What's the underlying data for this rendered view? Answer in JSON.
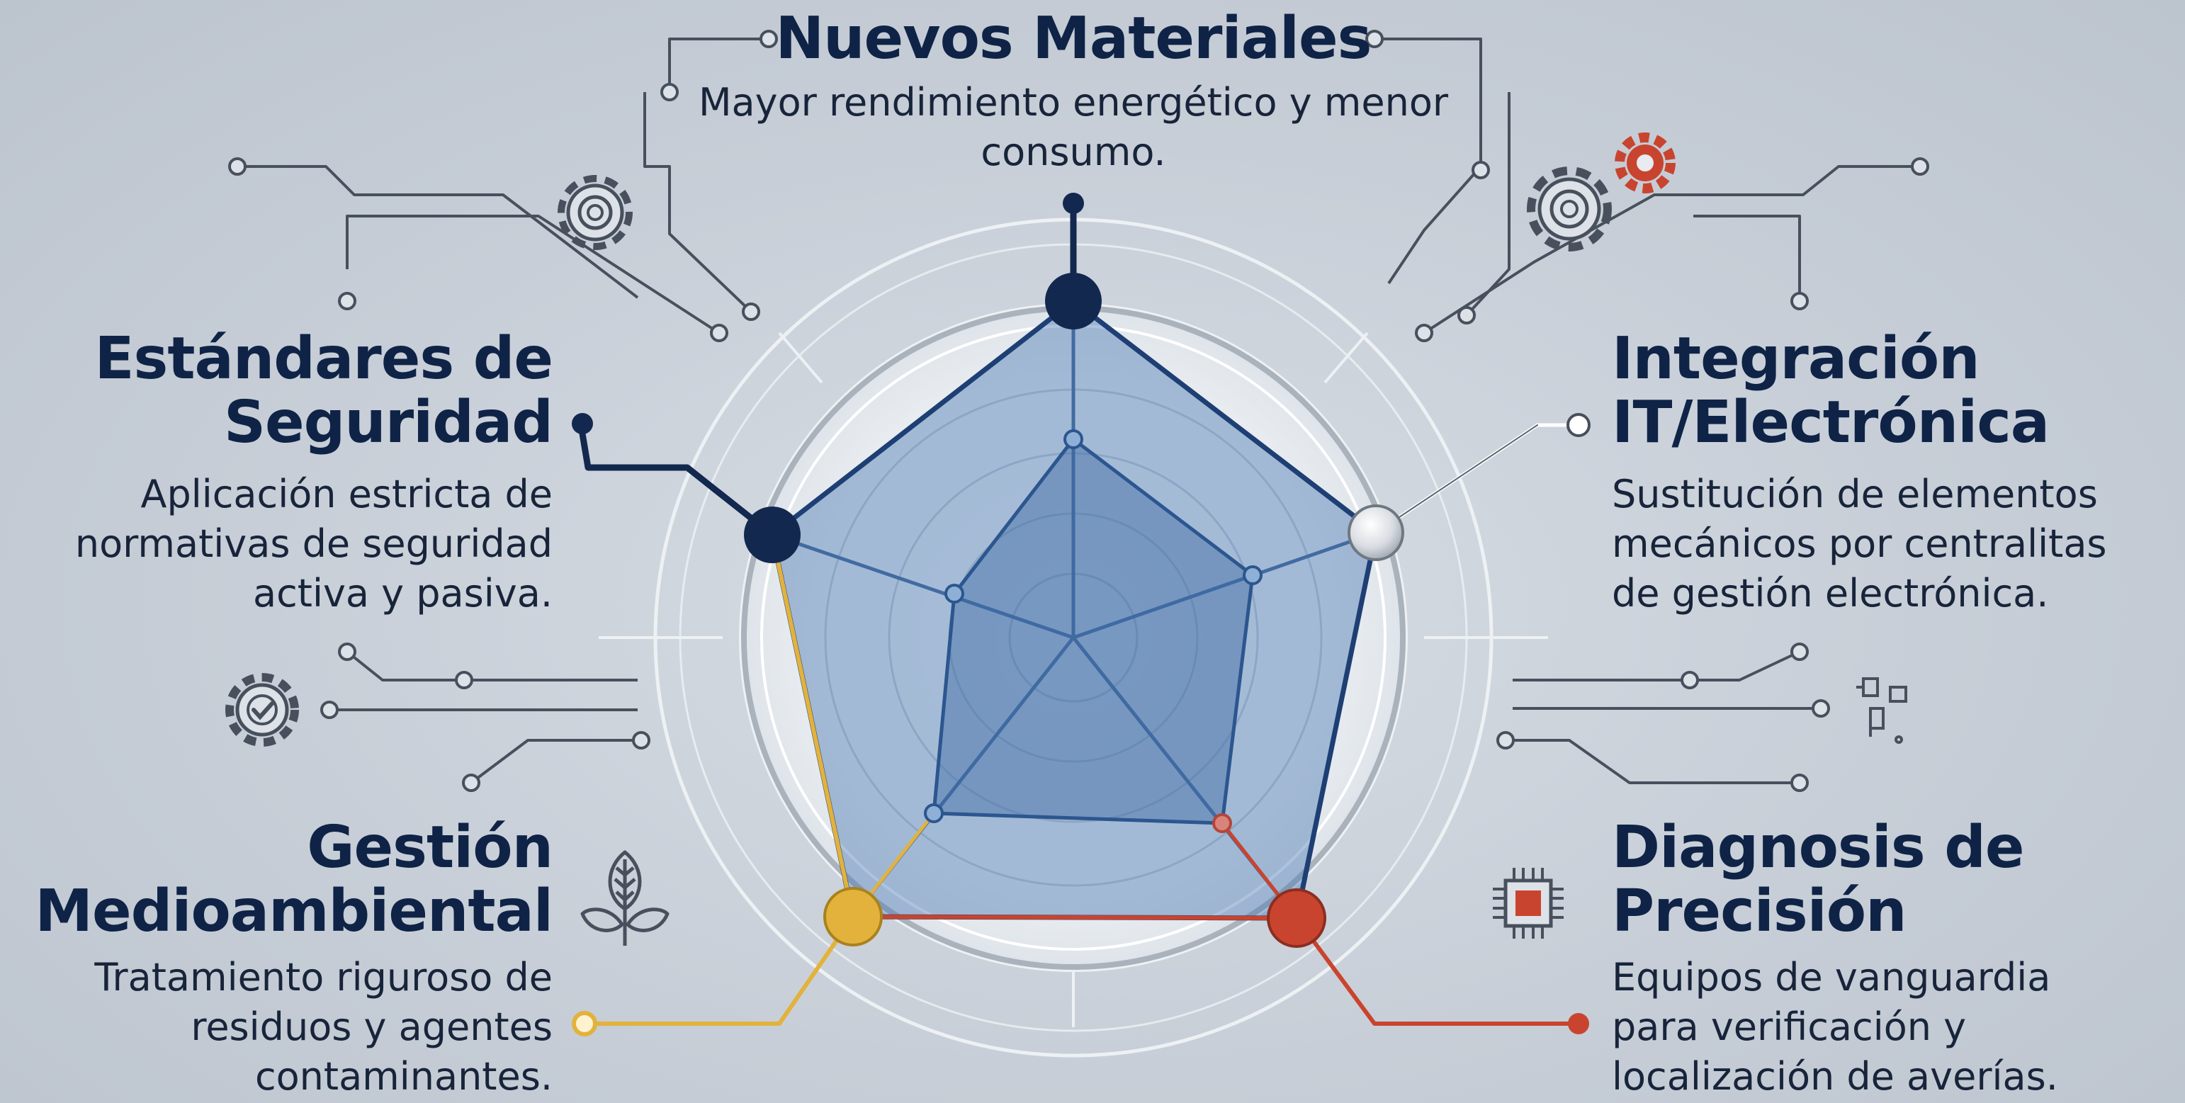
{
  "colors": {
    "navy": "#12284f",
    "accent_blue": "#3f6fa8",
    "gold": "#e2b23c",
    "red": "#c9442e",
    "silver": "#dfe2e6",
    "background": "#c9d0d8"
  },
  "categories": [
    {
      "id": "nuevos-materiales",
      "title": "Nuevos Materiales",
      "description": "Mayor rendimiento energético y menor consumo.",
      "icon": "none",
      "node_color": "#12284f"
    },
    {
      "id": "integracion-it",
      "title_line1": "Integración",
      "title_line2": "IT/Electrónica",
      "description_lines": [
        "Sustitución de elementos",
        "mecánicos por centralitas",
        "de gestión electrónica."
      ],
      "icon": "gear-icon",
      "node_color": "#dfe2e6"
    },
    {
      "id": "diagnosis",
      "title_line1": "Diagnosis de",
      "title_line2": "Precisión",
      "description_lines": [
        "Equipos de vanguardia",
        "para verificación y",
        "localización de averías."
      ],
      "icon": "chip-icon",
      "node_color": "#c9442e"
    },
    {
      "id": "gestion-medioambiental",
      "title_line1": "Gestión",
      "title_line2": "Medioambiental",
      "description_lines": [
        "Tratamiento riguroso de",
        "residuos y agentes",
        "contaminantes."
      ],
      "icon": "leaf-icon",
      "node_color": "#e2b23c"
    },
    {
      "id": "estandares-seguridad",
      "title_line1": "Estándares de",
      "title_line2": "Seguridad",
      "description_lines": [
        "Aplicación estricta de",
        "normativas de seguridad",
        "activa y pasiva."
      ],
      "icon": "gear-check-icon",
      "node_color": "#12284f"
    }
  ]
}
